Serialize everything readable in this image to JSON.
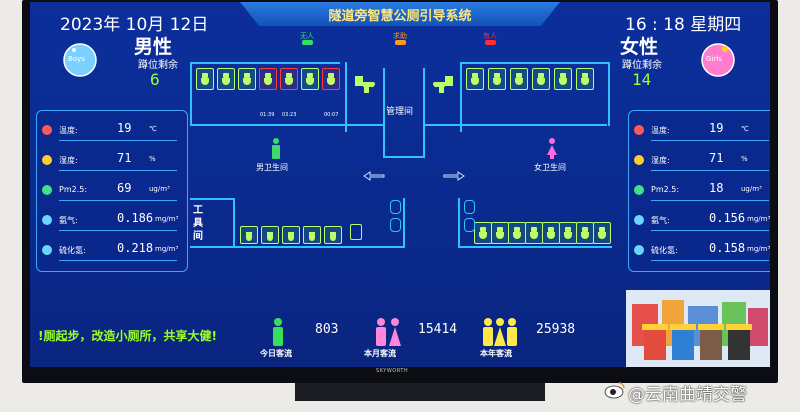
{
  "header": {
    "date": "2023年 10月 12日",
    "title": "隧道旁智慧公厕引导系统",
    "time": "16 : 18 星期四"
  },
  "status_legend": [
    {
      "label": "无人",
      "color": "#37e05a"
    },
    {
      "label": "求助",
      "color": "#ff9a1f"
    },
    {
      "label": "有人",
      "color": "#ff2d2d"
    }
  ],
  "male": {
    "icon_label": "Boys",
    "title": "男性",
    "subtitle": "蹲位剩余",
    "remaining": "6",
    "env": [
      {
        "icon": "thermometer-icon",
        "label": "温度:",
        "value": "19",
        "unit": "℃"
      },
      {
        "icon": "humidity-icon",
        "label": "湿度:",
        "value": "71",
        "unit": "%"
      },
      {
        "icon": "wind-icon",
        "label": "Pm2.5:",
        "value": "69",
        "unit": "ug/m³"
      },
      {
        "icon": "molecule-icon",
        "label": "氨气:",
        "value": "0.186",
        "unit": "mg/m³"
      },
      {
        "icon": "molecule-icon",
        "label": "硫化氢:",
        "value": "0.218",
        "unit": "mg/m³"
      }
    ]
  },
  "female": {
    "icon_label": "Girls",
    "title": "女性",
    "subtitle": "蹲位剩余",
    "remaining": "14",
    "env": [
      {
        "icon": "thermometer-icon",
        "label": "温度:",
        "value": "19",
        "unit": "℃"
      },
      {
        "icon": "humidity-icon",
        "label": "湿度:",
        "value": "71",
        "unit": "%"
      },
      {
        "icon": "wind-icon",
        "label": "Pm2.5:",
        "value": "18",
        "unit": "ug/m³"
      },
      {
        "icon": "molecule-icon",
        "label": "氨气:",
        "value": "0.156",
        "unit": "mg/m³"
      },
      {
        "icon": "molecule-icon",
        "label": "硫化氢:",
        "value": "0.158",
        "unit": "mg/m³"
      }
    ]
  },
  "floorplan": {
    "male_room": "男卫生间",
    "female_room": "女卫生间",
    "management": "管理间",
    "tool_room": "工具间",
    "male_top_stalls": [
      "free",
      "free",
      "free",
      "busy",
      "busy",
      "free",
      "busy"
    ],
    "male_stall_times": [
      "01:39",
      "03:23",
      "00:07"
    ],
    "female_top_stalls": [
      "free",
      "free",
      "free",
      "free",
      "free",
      "free"
    ],
    "female_bottom_stalls": [
      "free",
      "free",
      "free",
      "free",
      "free",
      "free",
      "free",
      "free"
    ]
  },
  "footer": {
    "ticker": "!厕起步，改造小厕所，共享大健!",
    "stats": [
      {
        "label": "今日客流",
        "value": "803",
        "color": "#37e05a"
      },
      {
        "label": "本月客流",
        "value": "15414",
        "color": "#ff86d8"
      },
      {
        "label": "本年客流",
        "value": "25938",
        "color": "#ffe84a"
      }
    ]
  },
  "device": {
    "brand": "SKYWORTH"
  },
  "watermark": {
    "text": "@云南曲靖交警"
  }
}
